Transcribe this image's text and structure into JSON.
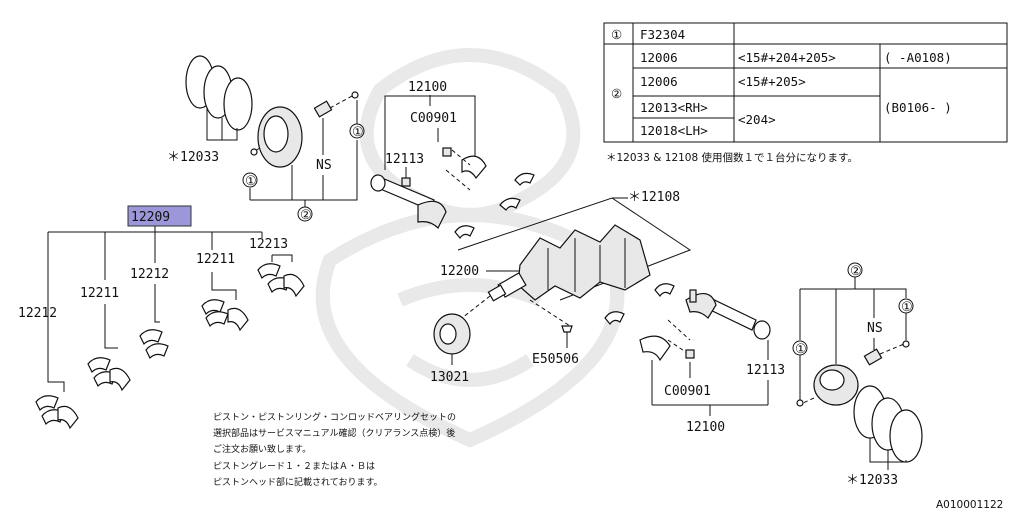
{
  "diagram": {
    "table": {
      "r1": {
        "circle": "①",
        "part": "F32304"
      },
      "r2": {
        "circle": "②",
        "a": {
          "part": "12006",
          "spec": "<15#+204+205>",
          "range": "(    -A0108)"
        },
        "b": {
          "part": "12006",
          "spec": "<15#+205>"
        },
        "c": {
          "part": "12013<RH>"
        },
        "d": {
          "part": "12018<LH>"
        },
        "cd_spec": "<204>",
        "bcd_range": "(B0106-    )"
      }
    },
    "table_note": "＊12033 & 12108 使用個数１で１台分になります。",
    "labels": {
      "ring_left": "＊12033",
      "ring_right": "＊12033",
      "rod_top": "12100",
      "rod_bottom": "12100",
      "nut_top": "C00901",
      "nut_bottom": "C00901",
      "bolt_top": "12113",
      "bolt_bottom": "12113",
      "bearing_set": "＊12108",
      "crank": "12200",
      "pulley": "13021",
      "key": "E50506",
      "selected": "12209",
      "tree_a": "12212",
      "tree_b": "12211",
      "tree_c": "12212",
      "tree_d": "12211",
      "tree_e": "12213",
      "ns_left": "NS",
      "ns_right": "NS",
      "c1_left_a": "①",
      "c1_left_b": "①",
      "c2_left": "②",
      "c1_right_a": "①",
      "c1_right_b": "①",
      "c2_right": "②"
    },
    "notes": {
      "line1": "ピストン・ピストンリング・コンロッドベアリングセットの",
      "line2": "選択部品はサービスマニュアル確認（クリアランス点検）後",
      "line3": "ご注文お願い致します。",
      "line4": "ピストングレード１・２またはＡ・Ｂは",
      "line5": "ピストンヘッド部に記載されております。"
    },
    "footer_code": "A010001122",
    "colors": {
      "highlight": "#9b97d8",
      "line": "#111111"
    }
  }
}
